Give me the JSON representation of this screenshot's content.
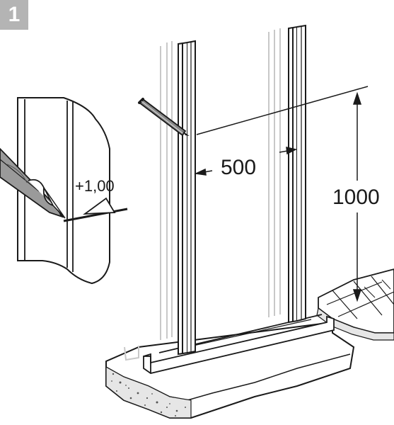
{
  "step": {
    "number": "1"
  },
  "dimensions": {
    "width_label": "500",
    "height_label": "1000",
    "level_label": "+1,00"
  },
  "colors": {
    "line": "#1a1a1a",
    "badge": "#b4b4b4",
    "frame_gray": "#c8c8c8",
    "concrete": "#e6e6e6"
  }
}
